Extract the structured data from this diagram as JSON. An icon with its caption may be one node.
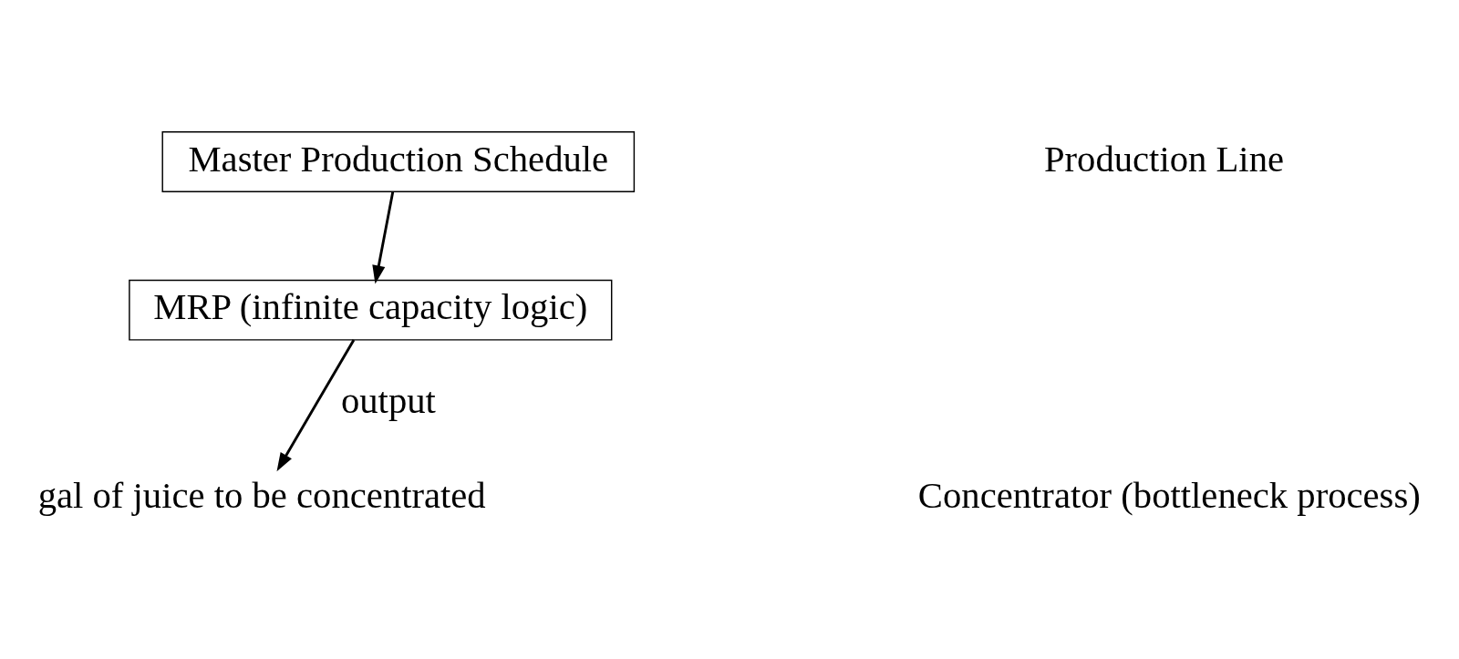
{
  "diagram": {
    "nodes": [
      {
        "text": [
          "Master Production Schedule"
        ]
      },
      {
        "text": [
          "MRP (infinite capacity logic)"
        ]
      },
      {
        "text": [
          "gal of juice to be concentrated"
        ]
      }
    ],
    "edges": [
      {
        "from": 0,
        "to": 1,
        "arrow": "to"
      },
      {
        "from": 1,
        "to": 2,
        "arrow": "to",
        "label": "output"
      }
    ],
    "labels": [
      "Production Line",
      "Concentrator (bottleneck process)"
    ]
  }
}
